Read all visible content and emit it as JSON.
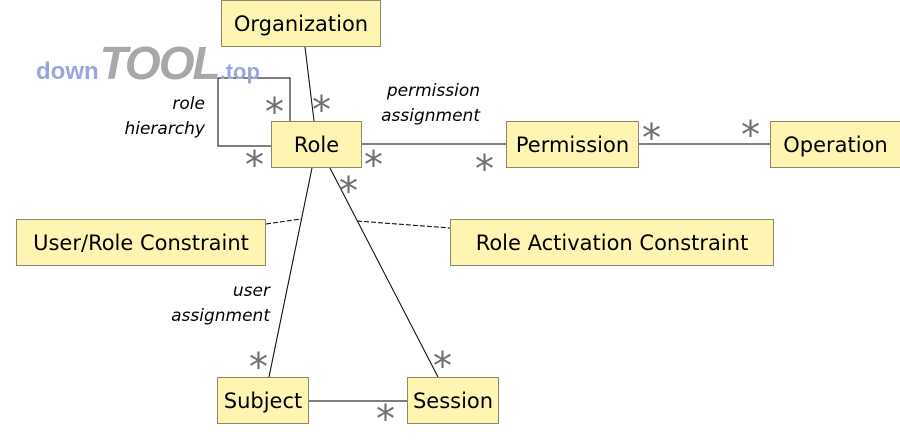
{
  "watermark": {
    "left": "down",
    "middle": "TOOL",
    "right": ".top"
  },
  "boxes": {
    "organization": "Organization",
    "role": "Role",
    "permission": "Permission",
    "operation": "Operation",
    "user_role_constraint": "User/Role Constraint",
    "role_activation_constraint": "Role Activation Constraint",
    "subject": "Subject",
    "session": "Session"
  },
  "labels": {
    "role_hierarchy": [
      "role",
      "hierarchy"
    ],
    "permission_assignment": [
      "permission",
      "assignment"
    ],
    "user_assignment": [
      "user",
      "assignment"
    ]
  },
  "multiplicity": "*"
}
